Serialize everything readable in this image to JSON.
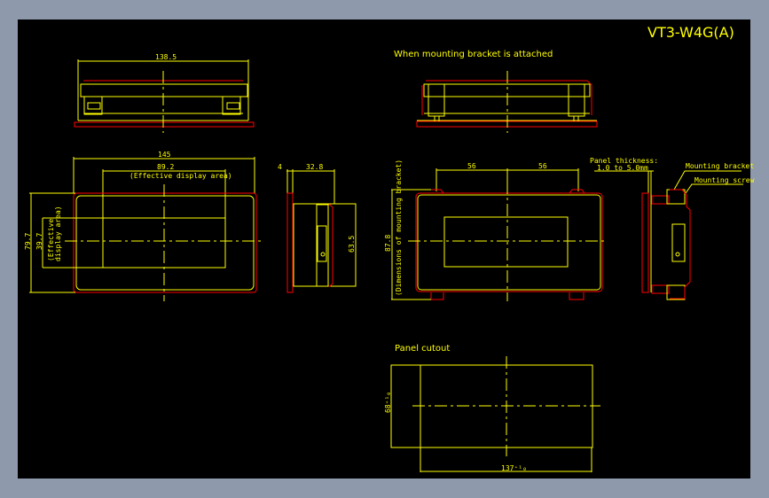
{
  "drawing": {
    "title": "VT3-W4G(A)",
    "colors": {
      "background": "#000000",
      "frame": "#8e9aab",
      "outline": "#ffff00",
      "panel": "#ff0000"
    },
    "front_view": {
      "width_dim": "145",
      "top_width_dim": "138.5",
      "display_width_dim": "89.2",
      "display_width_note": "(Effective display area)",
      "height_dim": "79.7",
      "display_height_dim": "39.7",
      "display_height_note_1": "(Effective",
      "display_height_note_2": "display area)"
    },
    "side_view": {
      "panel_dim": "4",
      "depth_dim": "32.8",
      "height_dim": "63.5"
    },
    "bracket_section": {
      "heading": "When mounting bracket is attached",
      "left_dim": "56",
      "right_dim": "56",
      "height_dim": "87.8",
      "height_note": "(Dimensions of mounting bracket)",
      "panel_thickness_1": "Panel thickness:",
      "panel_thickness_2": "1.0 to 5.0mm",
      "mounting_bracket": "Mounting bracket",
      "mounting_screw": "Mounting screw"
    },
    "panel_cutout": {
      "heading": "Panel cutout",
      "width_dim": "137⁺¹₀",
      "height_dim": "68⁺¹₀"
    }
  }
}
